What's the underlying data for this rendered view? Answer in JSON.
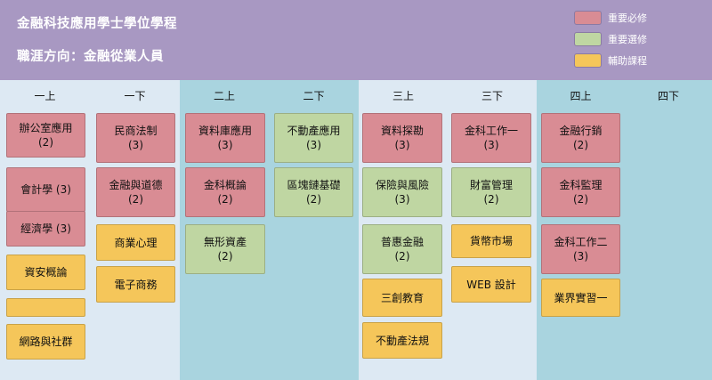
{
  "header": {
    "title": "金融科技應用學士學位學程",
    "subtitle": "職涯方向：金融從業人員"
  },
  "legend": [
    {
      "label": "重要必修",
      "color": "#d98c94"
    },
    {
      "label": "重要選修",
      "color": "#bfd6a2"
    },
    {
      "label": "輔助課程",
      "color": "#f5c65a"
    }
  ],
  "columns": [
    {
      "label": "一上",
      "courses": [
        {
          "name": "辦公室應用",
          "credits": "(2)",
          "type": "required"
        },
        {
          "name": "會計學 (3)",
          "credits": "",
          "type": "required"
        },
        {
          "name": "經濟學 (3)",
          "credits": "",
          "type": "required"
        },
        {
          "name": "資安概論",
          "credits": "",
          "type": "auxiliary"
        },
        {
          "name": "",
          "credits": "",
          "type": "auxiliary"
        },
        {
          "name": "網路與社群",
          "credits": "",
          "type": "auxiliary"
        }
      ]
    },
    {
      "label": "一下",
      "courses": [
        {
          "name": "民商法制",
          "credits": "(3)",
          "type": "required"
        },
        {
          "name": "金融與道德",
          "credits": "(2)",
          "type": "required"
        },
        {
          "name": "商業心理",
          "credits": "",
          "type": "auxiliary"
        },
        {
          "name": "電子商務",
          "credits": "",
          "type": "auxiliary"
        }
      ]
    },
    {
      "label": "二上",
      "courses": [
        {
          "name": "資料庫應用",
          "credits": "(3)",
          "type": "required"
        },
        {
          "name": "金科概論",
          "credits": "(2)",
          "type": "required"
        },
        {
          "name": "無形資產",
          "credits": "(2)",
          "type": "elective"
        }
      ]
    },
    {
      "label": "二下",
      "courses": [
        {
          "name": "不動產應用",
          "credits": "(3)",
          "type": "elective"
        },
        {
          "name": "區塊鏈基礎",
          "credits": "(2)",
          "type": "elective"
        }
      ]
    },
    {
      "label": "三上",
      "courses": [
        {
          "name": "資料探勘",
          "credits": "(3)",
          "type": "required"
        },
        {
          "name": "保險與風險",
          "credits": "(3)",
          "type": "elective"
        },
        {
          "name": "普惠金融",
          "credits": "(2)",
          "type": "elective"
        },
        {
          "name": "三創教育",
          "credits": "",
          "type": "auxiliary"
        },
        {
          "name": "不動產法規",
          "credits": "",
          "type": "auxiliary"
        }
      ]
    },
    {
      "label": "三下",
      "courses": [
        {
          "name": "金科工作一",
          "credits": "(3)",
          "type": "required"
        },
        {
          "name": "財富管理",
          "credits": "(2)",
          "type": "elective"
        },
        {
          "name": "貨幣市場",
          "credits": "",
          "type": "auxiliary"
        },
        {
          "name": "WEB 設計",
          "credits": "",
          "type": "auxiliary"
        }
      ]
    },
    {
      "label": "四上",
      "courses": [
        {
          "name": "金融行銷",
          "credits": "(2)",
          "type": "required"
        },
        {
          "name": "金科監理",
          "credits": "(2)",
          "type": "required"
        },
        {
          "name": "金科工作二",
          "credits": "(3)",
          "type": "required"
        },
        {
          "name": "業界實習一",
          "credits": "",
          "type": "auxiliary"
        }
      ]
    },
    {
      "label": "四下",
      "courses": []
    }
  ]
}
